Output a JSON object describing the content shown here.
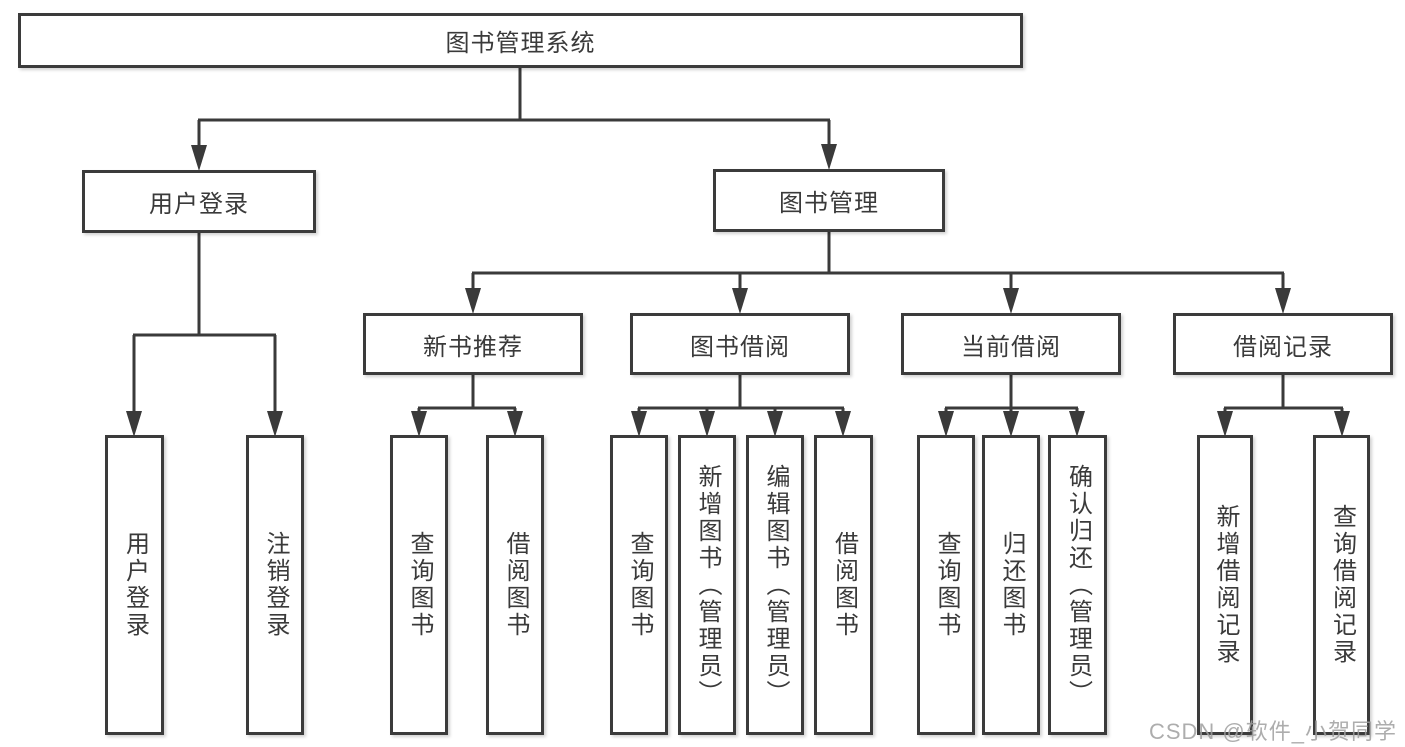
{
  "colors": {
    "line": "#3a3a3a",
    "box_border": "#3b3b3b",
    "box_background": "#ffffff",
    "text": "#3a3a3a",
    "watermark": "#9f9f9f"
  },
  "watermark": "CSDN @软件_小贺同学",
  "tree": {
    "root": "图书管理系统",
    "user_login_branch": {
      "label": "用户登录",
      "children": [
        "用户登录",
        "注销登录"
      ]
    },
    "book_mgmt_branch": {
      "label": "图书管理",
      "children": [
        {
          "label": "新书推荐",
          "children": [
            "查询图书",
            "借阅图书"
          ]
        },
        {
          "label": "图书借阅",
          "children": [
            "查询图书",
            "新增图书（管理员）",
            "编辑图书（管理员）",
            "借阅图书"
          ]
        },
        {
          "label": "当前借阅",
          "children": [
            "查询图书",
            "归还图书",
            "确认归还（管理员）"
          ]
        },
        {
          "label": "借阅记录",
          "children": [
            "新增借阅记录",
            "查询借阅记录"
          ]
        }
      ]
    }
  }
}
